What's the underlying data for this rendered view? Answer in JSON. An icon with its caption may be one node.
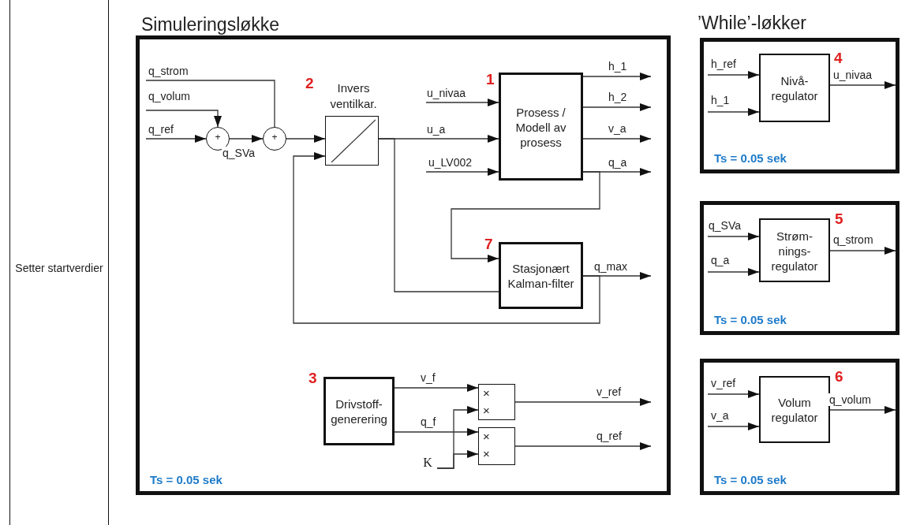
{
  "diagram": {
    "nodes": [
      {
        "text": [
          "Setter startverdier"
        ]
      },
      {
        "text": [
          "Simuleringsløkke",
          "Ts = 0.05 sek"
        ]
      },
      {
        "text": [
          "+"
        ],
        "in": 1
      },
      {
        "text": [
          "+"
        ],
        "in": 1
      },
      {
        "text": [
          "Invers ventilkar."
        ],
        "beside": [
          "2"
        ],
        "in": 1
      },
      {
        "text": [
          "Prosess / Modell av prosess"
        ],
        "beside": [
          "1"
        ],
        "in": 1
      },
      {
        "text": [
          "Stasjonært Kalman-filter"
        ],
        "beside": [
          "7"
        ],
        "in": 1
      },
      {
        "text": [
          "Drivstoff-generering"
        ],
        "beside": [
          "3"
        ],
        "in": 1
      },
      {
        "text": [
          "×",
          "×"
        ],
        "in": 1
      },
      {
        "text": [
          "×",
          "×"
        ],
        "in": 1
      },
      {
        "text": [
          "K"
        ],
        "in": 1
      },
      {
        "text": [
          "Ts = 0.05 sek"
        ]
      },
      {
        "text": [
          "Nivå-regulator"
        ],
        "beside": [
          "4"
        ],
        "in": 11
      },
      {
        "text": [
          "Ts = 0.05 sek"
        ]
      },
      {
        "text": [
          "Strøm-nings-regulator"
        ],
        "beside": [
          "5"
        ],
        "in": 13
      },
      {
        "text": [
          "Ts = 0.05 sek"
        ]
      },
      {
        "text": [
          "Volum regulator"
        ],
        "beside": [
          "6"
        ],
        "in": 15
      }
    ],
    "edges": [
      {
        "from": null,
        "to": 2,
        "arrow": "to",
        "label": "q_ref"
      },
      {
        "from": null,
        "to": 2,
        "arrow": "to",
        "label": "q_volum"
      },
      {
        "from": null,
        "to": 3,
        "arrow": "none",
        "label": "q_strom"
      },
      {
        "from": 2,
        "to": 3,
        "arrow": "to",
        "label": "q_SVa"
      },
      {
        "from": 3,
        "to": 4,
        "arrow": "to"
      },
      {
        "from": 4,
        "to": 5,
        "arrow": "to",
        "label": "u_a"
      },
      {
        "from": 4,
        "to": 6,
        "arrow": "none"
      },
      {
        "from": null,
        "to": 5,
        "arrow": "to",
        "label": "u_nivaa"
      },
      {
        "from": null,
        "to": 5,
        "arrow": "to",
        "label": "u_LV002"
      },
      {
        "from": 5,
        "to": null,
        "arrow": "to",
        "label": "h_1"
      },
      {
        "from": 5,
        "to": null,
        "arrow": "to",
        "label": "h_2"
      },
      {
        "from": 5,
        "to": null,
        "arrow": "to",
        "label": "v_a"
      },
      {
        "from": 5,
        "to": null,
        "arrow": "to",
        "label": "q_a"
      },
      {
        "from": 5,
        "to": 6,
        "arrow": "to"
      },
      {
        "from": 6,
        "to": null,
        "arrow": "to",
        "label": "q_max"
      },
      {
        "from": 6,
        "to": 4,
        "arrow": "to"
      },
      {
        "from": 7,
        "to": 8,
        "arrow": "to",
        "label": "v_f"
      },
      {
        "from": 7,
        "to": 9,
        "arrow": "to",
        "label": "q_f"
      },
      {
        "from": 10,
        "to": 8,
        "arrow": "to"
      },
      {
        "from": 10,
        "to": 9,
        "arrow": "to"
      },
      {
        "from": 8,
        "to": null,
        "arrow": "to",
        "label": "v_ref"
      },
      {
        "from": 9,
        "to": null,
        "arrow": "to",
        "label": "q_ref"
      },
      {
        "from": null,
        "to": 12,
        "arrow": "to",
        "label": "h_ref"
      },
      {
        "from": null,
        "to": 12,
        "arrow": "to",
        "label": "h_1"
      },
      {
        "from": 12,
        "to": null,
        "arrow": "to",
        "label": "u_nivaa"
      },
      {
        "from": null,
        "to": 14,
        "arrow": "to",
        "label": "q_SVa"
      },
      {
        "from": null,
        "to": 14,
        "arrow": "to",
        "label": "q_a"
      },
      {
        "from": 14,
        "to": null,
        "arrow": "to",
        "label": "q_strom"
      },
      {
        "from": null,
        "to": 16,
        "arrow": "to",
        "label": "v_ref"
      },
      {
        "from": null,
        "to": 16,
        "arrow": "to",
        "label": "v_a"
      },
      {
        "from": 16,
        "to": null,
        "arrow": "to",
        "label": "q_volum"
      }
    ],
    "labels": [
      "’While’-løkker"
    ]
  }
}
